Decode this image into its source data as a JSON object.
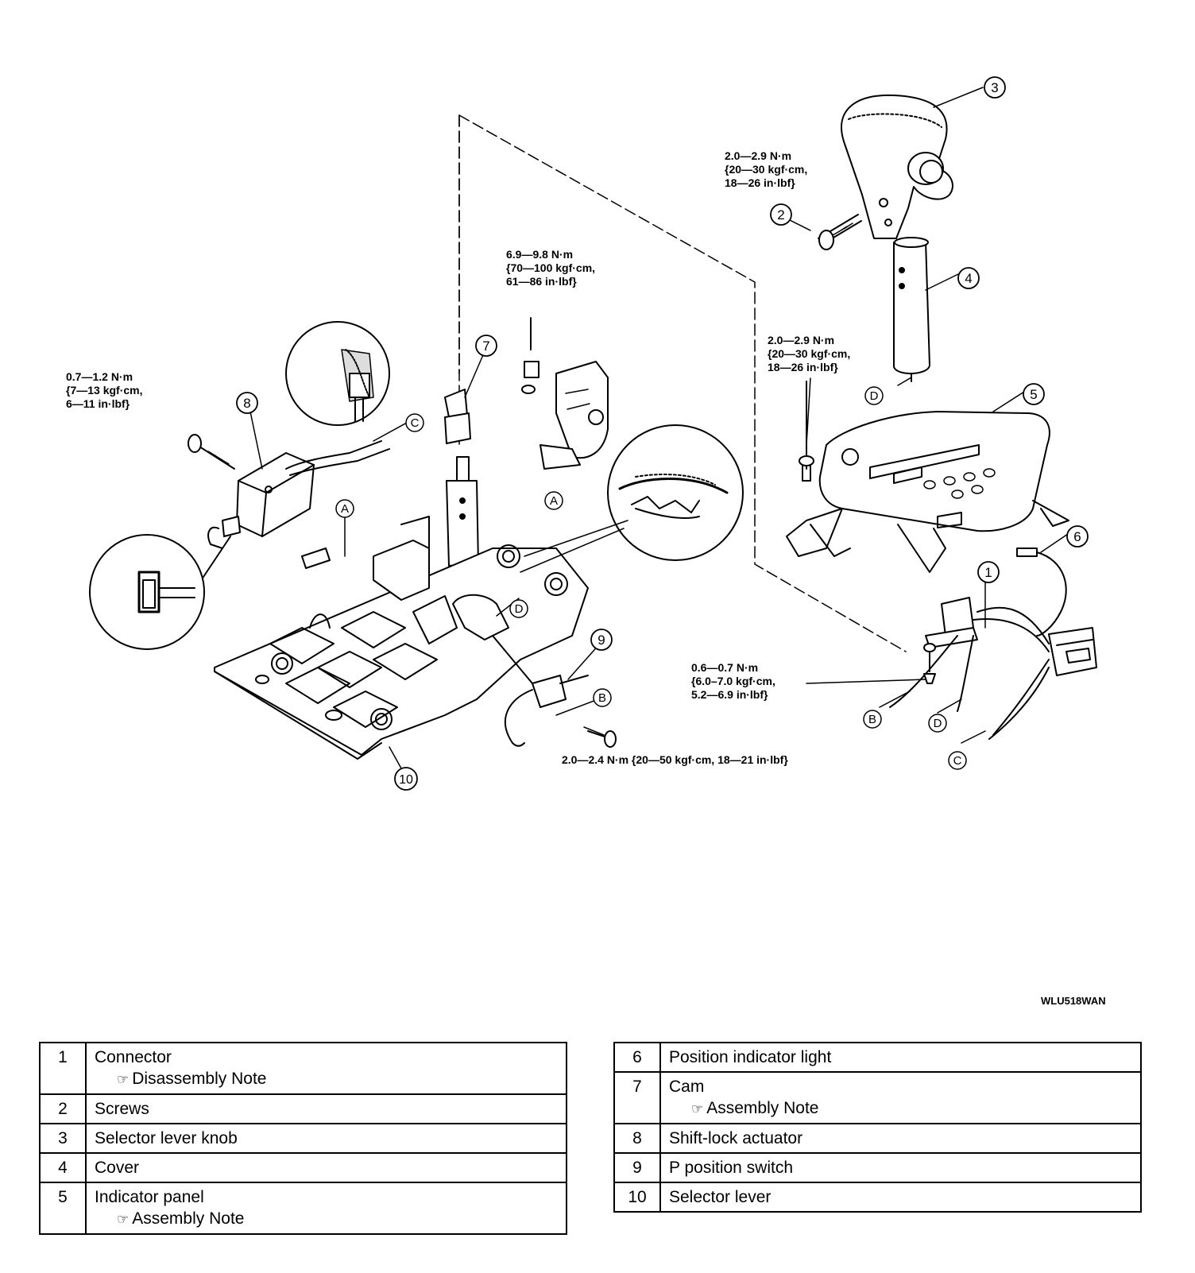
{
  "figure_id": "WLU518WAN",
  "callouts": [
    "1",
    "2",
    "3",
    "4",
    "5",
    "6",
    "7",
    "8",
    "9",
    "10"
  ],
  "reference_letters": [
    "A",
    "B",
    "C",
    "D"
  ],
  "torque_specs": {
    "knob_screw": "2.0—2.9 N·m\n{20—30 kgf·cm,\n18—26 in·lbf}",
    "cam_bolt": "6.9—9.8 N·m\n{70—100 kgf·cm,\n61—86 in·lbf}",
    "actuator_bolt": "0.7—1.2 N·m\n{7—13 kgf·cm,\n6—11 in·lbf}",
    "panel_screw": "2.0—2.9 N·m\n{20—30 kgf·cm,\n18—26 in·lbf}",
    "connector_screw": "0.6—0.7 N·m\n{6.0–7.0 kgf·cm,\n5.2—6.9 in·lbf}",
    "switch_screw": "2.0—2.4 N·m {20—50 kgf·cm, 18—21 in·lbf}"
  },
  "parts_left": [
    {
      "num": "1",
      "name": "Connector",
      "note": "Disassembly Note"
    },
    {
      "num": "2",
      "name": "Screws",
      "note": ""
    },
    {
      "num": "3",
      "name": "Selector lever knob",
      "note": ""
    },
    {
      "num": "4",
      "name": "Cover",
      "note": ""
    },
    {
      "num": "5",
      "name": "Indicator panel",
      "note": "Assembly Note"
    }
  ],
  "parts_right": [
    {
      "num": "6",
      "name": "Position indicator light",
      "note": ""
    },
    {
      "num": "7",
      "name": "Cam",
      "note": "Assembly Note"
    },
    {
      "num": "8",
      "name": "Shift-lock actuator",
      "note": ""
    },
    {
      "num": "9",
      "name": "P position switch",
      "note": ""
    },
    {
      "num": "10",
      "name": "Selector lever",
      "note": ""
    }
  ],
  "note_icon": "pointing-hand-icon"
}
